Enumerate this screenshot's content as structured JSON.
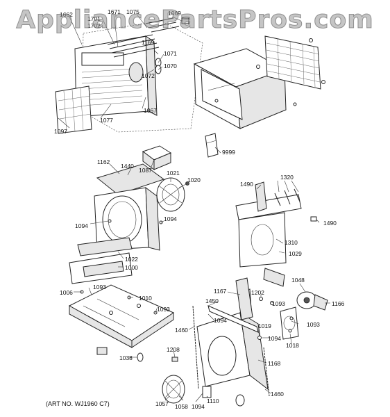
{
  "watermark": "AppliancePartsPros.com",
  "art_number": "(ART NO. WJ1960 C7)",
  "callouts": {
    "p1662": "1662",
    "p1671": "1671",
    "p1075": "1075",
    "p1069": "1069",
    "p1701": "1701",
    "p1702": "1702",
    "p1169": "1169",
    "p1071": "1071",
    "p1070": "1070",
    "p1072": "1072",
    "p1067": "1067",
    "p1077": "1077",
    "p1097": "1097",
    "p9999": "9999",
    "p1162": "1162",
    "p1440": "1440",
    "p1087": "1087",
    "p1021": "1021",
    "p1020": "1020",
    "p1094a": "1094",
    "p1094b": "1094",
    "p1022": "1022",
    "p1000": "1000",
    "p1006": "1006",
    "p1093a": "1093",
    "p1010": "1010",
    "p1093b": "1093",
    "p1038": "1038",
    "p1490a": "1490",
    "p1320": "1320",
    "p1490b": "1490",
    "p1310": "1310",
    "p1029": "1029",
    "p1167": "1167",
    "p1450": "1450",
    "p1202": "1202",
    "p1093c": "1093",
    "p1048": "1048",
    "p1166": "1166",
    "p1094c": "1094",
    "p1093d": "1093",
    "p1460a": "1460",
    "p1019": "1019",
    "p1094d": "1094",
    "p1018": "1018",
    "p1208": "1208",
    "p1168": "1168",
    "p1460b": "1460",
    "p1057": "1057",
    "p1058": "1058",
    "p1094e": "1094",
    "p1110": "1110"
  }
}
